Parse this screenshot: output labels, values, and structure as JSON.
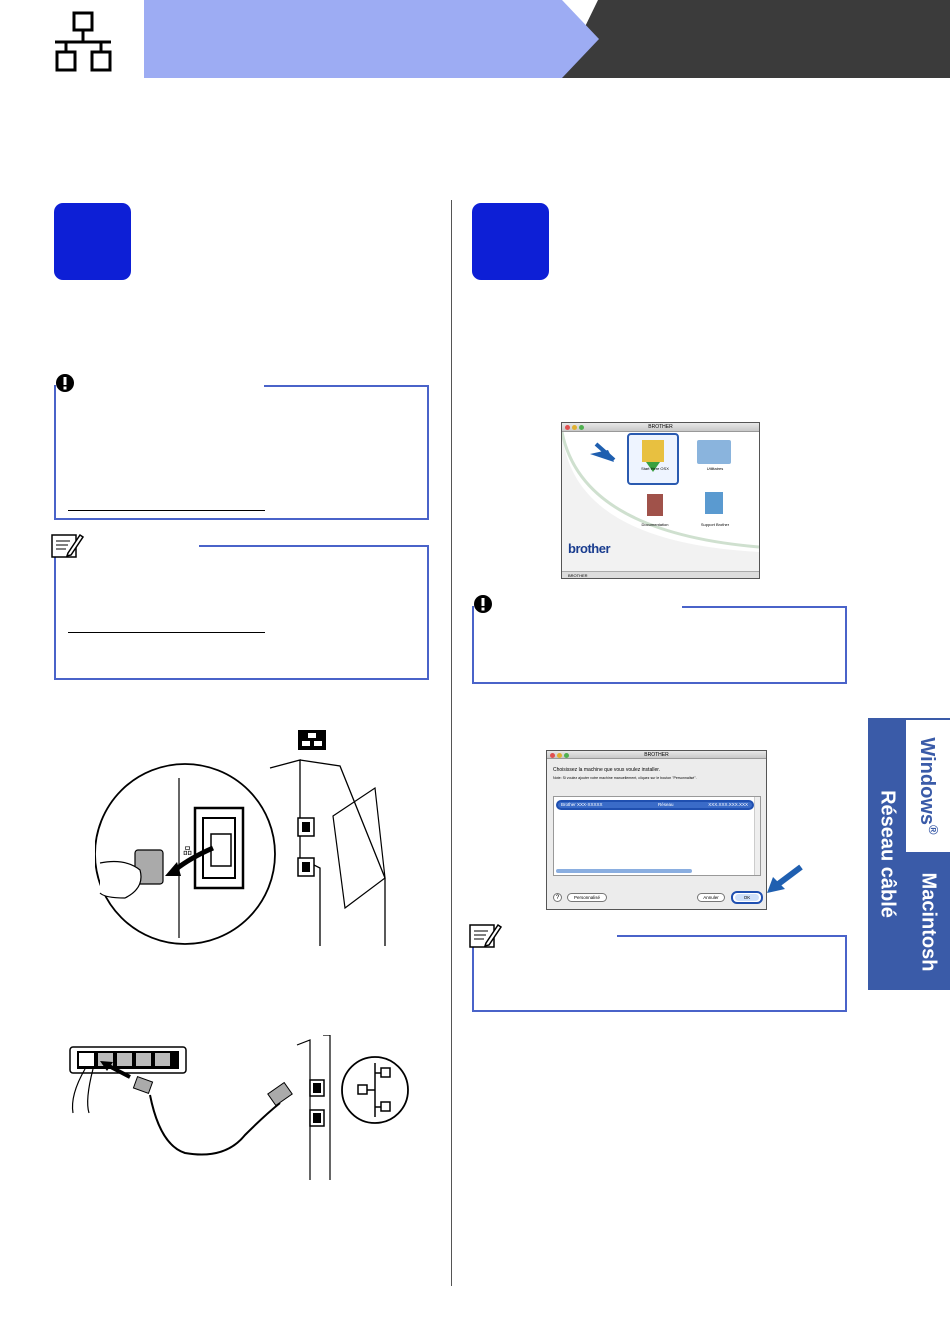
{
  "side_tabs": {
    "windows": "Windows",
    "windows_mark": "®",
    "network": "Réseau câblé",
    "macintosh": "Macintosh"
  },
  "screens": {
    "finder_window_title": "BROTHER",
    "finder_items": [
      "Start Here OSX",
      "Utilitaires",
      "Documentation",
      "Support Brother"
    ],
    "finder_logo": "brother",
    "finder_status": "BROTHER",
    "dialog_title": "BROTHER",
    "dialog_prompt": "Choisissez la machine que vous voulez installer.",
    "dialog_note": "Note: Si voulez ajouter votre machine manuellement, cliquez sur le bouton \"Personnalisé\".",
    "dialog_row": [
      "Brother XXX-XXXXX",
      "Réseau",
      "XXX.XXX.XXX.XXX"
    ],
    "dialog_help": "?",
    "dialog_custom": "Personnalisé",
    "dialog_cancel": "Annuler",
    "dialog_ok": "OK"
  },
  "colors": {
    "step_blue": "#0d1fd6",
    "header_light": "#9dacf3",
    "header_dark": "#3b3b3b",
    "callout_border": "#4a63c9",
    "tab_blue": "#3a5ba8"
  }
}
